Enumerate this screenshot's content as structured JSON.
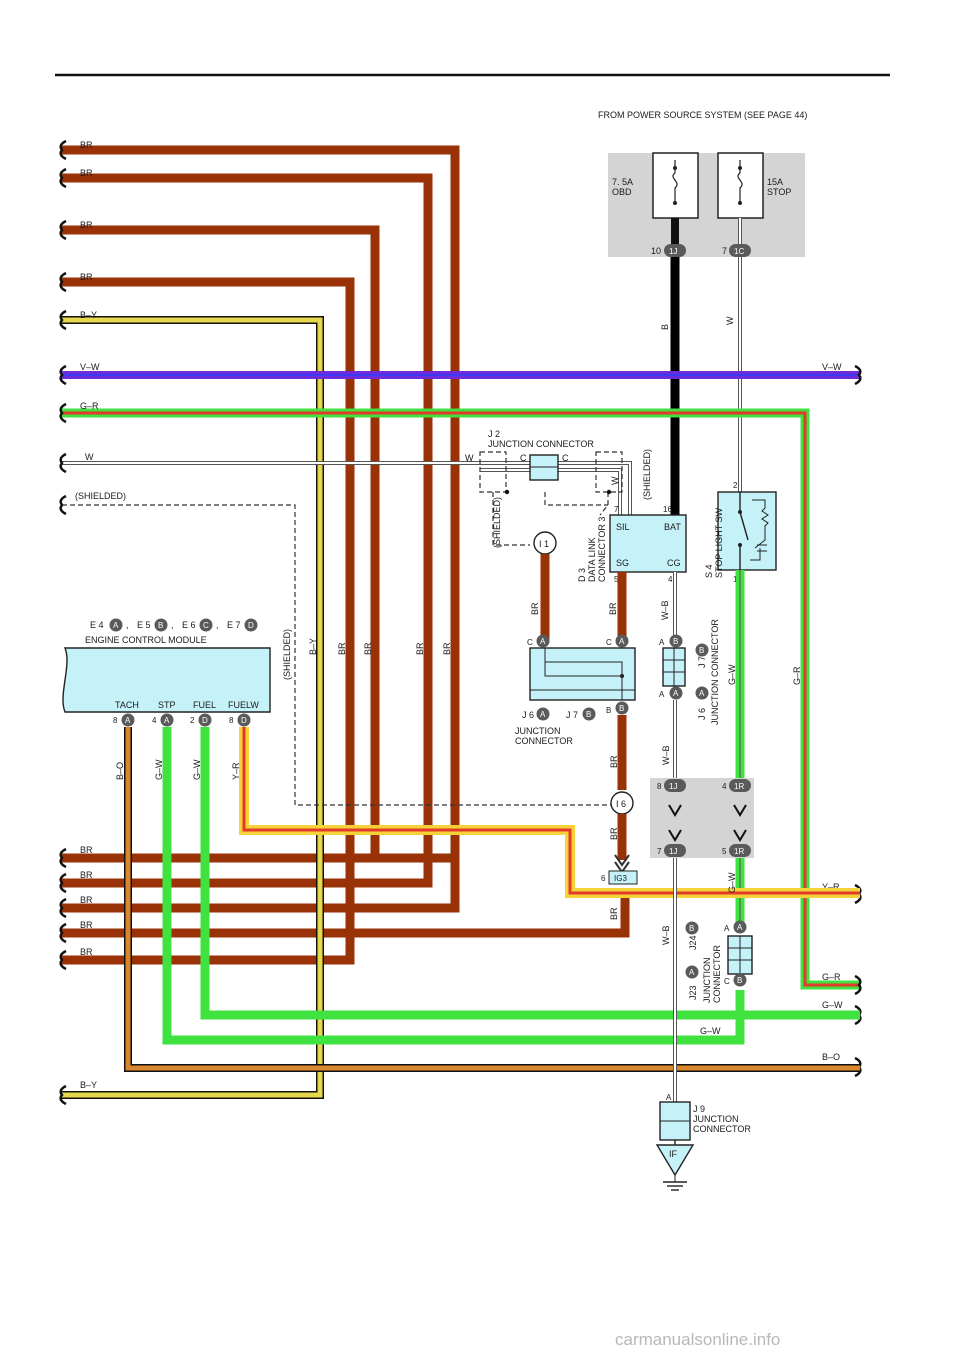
{
  "header": {
    "power_source": "FROM POWER SOURCE SYSTEM (SEE PAGE 44)"
  },
  "fuses": {
    "obd": {
      "rating": "7. 5A",
      "name": "OBD",
      "pin": "10",
      "conn": "1J"
    },
    "stop": {
      "rating": "15A",
      "name": "STOP",
      "pin": "7",
      "conn": "1C"
    }
  },
  "left_wires": {
    "br1": "BR",
    "br2": "BR",
    "br3": "BR",
    "br4": "BR",
    "by": "B–Y",
    "vw": "V–W",
    "gr": "G–R",
    "w": "W",
    "shielded": "(SHIELDED)"
  },
  "right_wires": {
    "vw": "V–W",
    "yr": "Y–R",
    "gr": "G–R",
    "gw": "G–W",
    "bo": "B–O"
  },
  "j2": {
    "id": "J 2",
    "name": "JUNCTION CONNECTOR",
    "w": "W",
    "c1": "C",
    "c2": "C",
    "shielded_left": "(SHIELDED)",
    "shielded_right": "(SHIELDED)",
    "w_vert": "W"
  },
  "i1": {
    "label": "I 1"
  },
  "d3": {
    "id": "D 3",
    "line1": "DATA LINK",
    "line2": "CONNECTOR 3",
    "sil": "SIL",
    "bat": "BAT",
    "sg": "SG",
    "cg": "CG",
    "p7": "7",
    "p16": "16",
    "p5": "5",
    "p4": "4"
  },
  "wire_b": "B",
  "wire_w": "W",
  "s4": {
    "id": "S 4",
    "name": "STOP LIGHT SW",
    "p2": "2",
    "p1": "1"
  },
  "ecm": {
    "title": "ENGINE CONTROL MODULE",
    "c1": "E 4",
    "c1b": "A",
    "c2": "E 5",
    "c2b": "B",
    "c3": "E 6",
    "c3b": "C",
    "c4": "E 7",
    "c4b": "D",
    "comma": ",",
    "pins": [
      "TACH",
      "STP",
      "FUEL",
      "FUELW"
    ],
    "pin_nums": [
      "8",
      "4",
      "2",
      "8"
    ],
    "pin_conns": [
      "A",
      "A",
      "D",
      "D"
    ],
    "pin_wires": [
      "B–O",
      "G–W",
      "G–W",
      "Y–R"
    ]
  },
  "vert_labels": {
    "shielded": "(SHIELDED)",
    "by": "B–Y",
    "br1": "BR",
    "br2": "BR",
    "br3": "BR",
    "br4": "BR"
  },
  "j6j7": {
    "j6": "J 6",
    "j6b": "A",
    "j7": "J 7",
    "j7b": "B",
    "name1": "JUNCTION",
    "name2": "CONNECTOR",
    "c_a1": "C",
    "c_a2": "C",
    "ba": "A",
    "bb": "B",
    "b_l": "B"
  },
  "j6j7_right": {
    "j6": "J 6",
    "j6b": "A",
    "j7": "J 7",
    "j7b": "B",
    "name": "JUNCTION CONNECTOR",
    "a1": "A",
    "a2": "A",
    "b1": "B",
    "a3": "A"
  },
  "wires_mid": {
    "br_i1": "BR",
    "br_d3": "BR",
    "wb1": "W–B",
    "gw1": "G–W",
    "gr_right": "G–R",
    "br_j": "BR",
    "wb2": "W–B",
    "br_i6": "BR",
    "gw2": "G–W",
    "br_ig3": "BR",
    "wb3": "W–B",
    "gw_bottom": "G–W"
  },
  "i6": {
    "label": "I 6"
  },
  "ig3": {
    "pin": "6",
    "conn": "IG3"
  },
  "joint_1j_1r": {
    "p8": "8",
    "c8": "1J",
    "p4": "4",
    "c4": "1R",
    "p7": "7",
    "c7": "1J",
    "p5": "5",
    "c5": "1R"
  },
  "left_bottom": {
    "br1": "BR",
    "br2": "BR",
    "br3": "BR",
    "br4": "BR",
    "br5": "BR",
    "by": "B–Y"
  },
  "j23j24": {
    "j23": "J23",
    "j23b": "A",
    "j24": "J24",
    "j24b": "B",
    "name1": "JUNCTION",
    "name2": "CONNECTOR",
    "a": "A",
    "ab": "A",
    "c": "C",
    "cb": "B"
  },
  "j9": {
    "id": "J 9",
    "name1": "JUNCTION",
    "name2": "CONNECTOR",
    "pin": "A",
    "ground": "IF"
  },
  "watermark": "carmanualsonline.info",
  "colors": {
    "br": "#9a3208",
    "vw": "#6f2bd9",
    "gr_red": "#e23b2b",
    "gw": "#3fe23f",
    "by": "#e6d84a",
    "yr": "#f6d23a",
    "bo": "#d9862e",
    "box": "#d4d4d4",
    "conn": "#c5f2f9",
    "badge": "#5a5a5a"
  }
}
